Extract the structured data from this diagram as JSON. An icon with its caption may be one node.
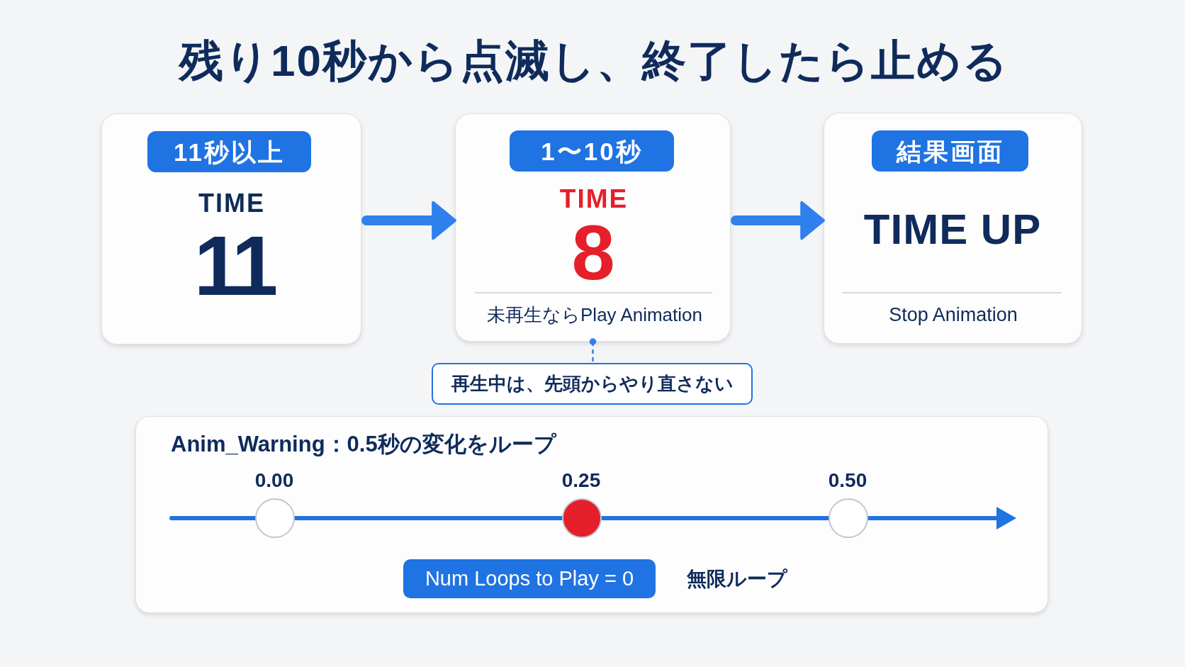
{
  "diagram": {
    "title": "残り10秒から点滅し、終了したら止める",
    "nodes": [
      {
        "text": [
          "TIME",
          "11"
        ]
      },
      {
        "text": [
          "11秒以上"
        ],
        "in": 0
      },
      {
        "text": [
          "TIME",
          "8",
          "未再生ならPlay Animation"
        ]
      },
      {
        "text": [
          "1〜10秒"
        ],
        "in": 2
      },
      {
        "text": [
          "TIME UP",
          "Stop Animation"
        ]
      },
      {
        "text": [
          "結果画面"
        ],
        "in": 4
      },
      {
        "text": [
          "再生中は、先頭からやり直さない"
        ]
      },
      {
        "text": [
          "Anim_Warning：0.5秒の変化をループ"
        ]
      },
      {
        "text": [
          "Num Loops to Play = 0"
        ],
        "in": 7,
        "beside": [
          "無限ループ"
        ]
      }
    ],
    "edges": [
      {
        "from": 0,
        "to": 2,
        "arrow": "to"
      },
      {
        "from": 2,
        "to": 4,
        "arrow": "to"
      },
      {
        "from": 2,
        "to": 6,
        "arrow": "other",
        "style": "dashed"
      }
    ],
    "labels": [
      "0.00",
      "0.25",
      "0.50"
    ]
  }
}
